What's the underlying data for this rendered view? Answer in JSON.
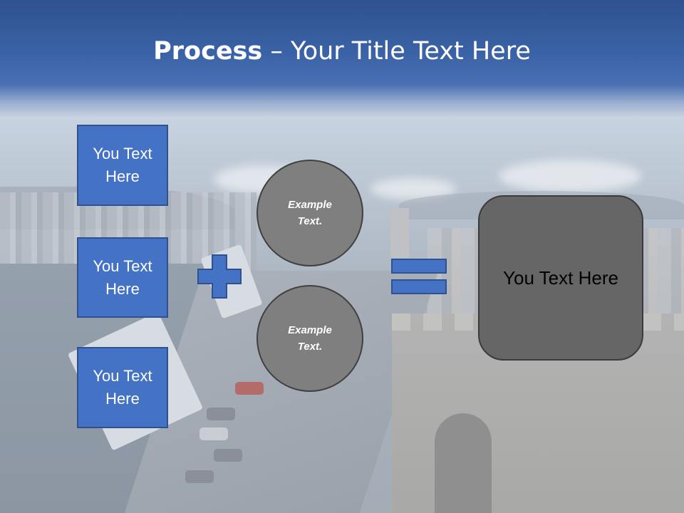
{
  "slide": {
    "title_bold": "Process",
    "title_rest": " – Your Title Text Here"
  },
  "left_boxes": [
    {
      "label": "You Text Here"
    },
    {
      "label": "You Text Here"
    },
    {
      "label": "You Text Here"
    }
  ],
  "circles": [
    {
      "label": "Example Text."
    },
    {
      "label": "Example Text."
    }
  ],
  "result": {
    "label": "You Text Here"
  },
  "colors": {
    "title_band": "#2f528f",
    "box_fill": "#4472c4",
    "box_border": "#2f528f",
    "circle_fill": "#7f7f7f",
    "result_fill": "#666666"
  },
  "icons": {
    "plus": "plus-icon",
    "equals": "equals-icon"
  }
}
